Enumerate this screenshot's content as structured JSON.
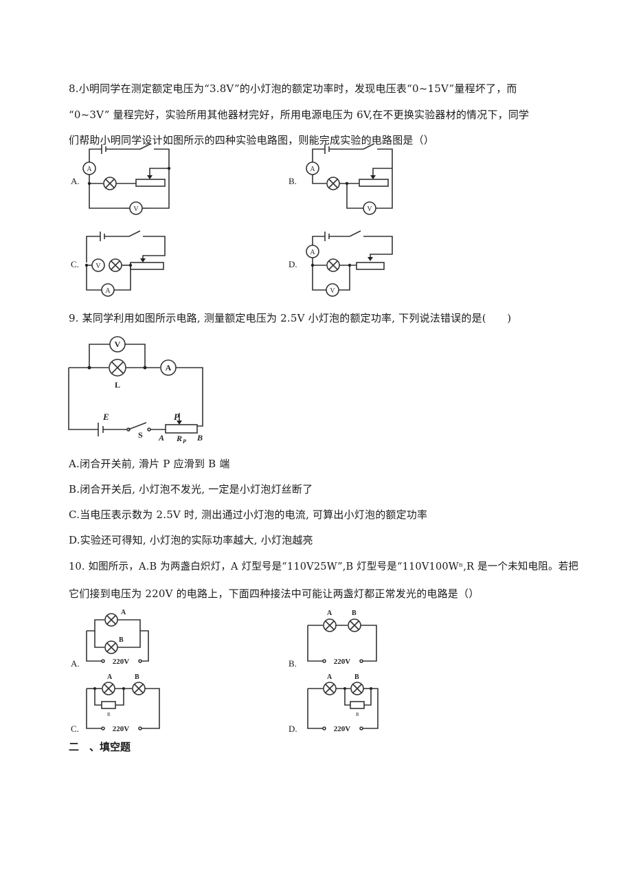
{
  "q8": {
    "line1": "8.小明同学在测定额定电压为“3.8V”的小灯泡的额定功率时，发现电压表“0~15V”量程坏了，而",
    "line2": "“0~3V” 量程完好，实验所用其他器材完好，所用电源电压为 6V,在不更换实验器材的情况下，同学",
    "line3": "们帮助小明同学设计如图所示的四种实验电路图，则能完成实验的电路图是（）",
    "options": [
      "A.",
      "B.",
      "C.",
      "D."
    ]
  },
  "q9": {
    "stem": "9. 某同学利用如图所示电路, 测量额定电压为 2.5V 小灯泡的额定功率, 下列说法错误的是(　　)",
    "diagram_labels": {
      "v": "V",
      "a": "A",
      "l": "L",
      "e": "E",
      "s": "S",
      "p": "P",
      "end_a": "A",
      "rp": "R",
      "rp_sub": "P",
      "end_b": "B"
    },
    "options": [
      "A.闭合开关前, 滑片 P 应滑到 B 端",
      "B.闭合开关后, 小灯泡不发光, 一定是小灯泡灯丝断了",
      "C.当电压表示数为 2.5V 时, 测出通过小灯泡的电流, 可算出小灯泡的额定功率",
      "D.实验还可得知, 小灯泡的实际功率越大, 小灯泡越亮"
    ]
  },
  "q10": {
    "line1": "10. 如图所示，A.B 为两盏白炽灯，A 灯型号是“110V25W”,B 灯型号是“110V100Wⁿ,R 是一个未知电阻。若把",
    "line2": "它们接到电压为 220V 的电路上，下面四种接法中可能让两盏灯都正常发光的电路是（）",
    "options": [
      "A.",
      "B.",
      "C.",
      "D."
    ],
    "lamp_a": "A",
    "lamp_b": "B",
    "voltage": "220V",
    "resistor": "R"
  },
  "section2": {
    "title": "二　、填空题"
  },
  "meter_labels": {
    "ammeter": "A",
    "voltmeter": "V"
  }
}
